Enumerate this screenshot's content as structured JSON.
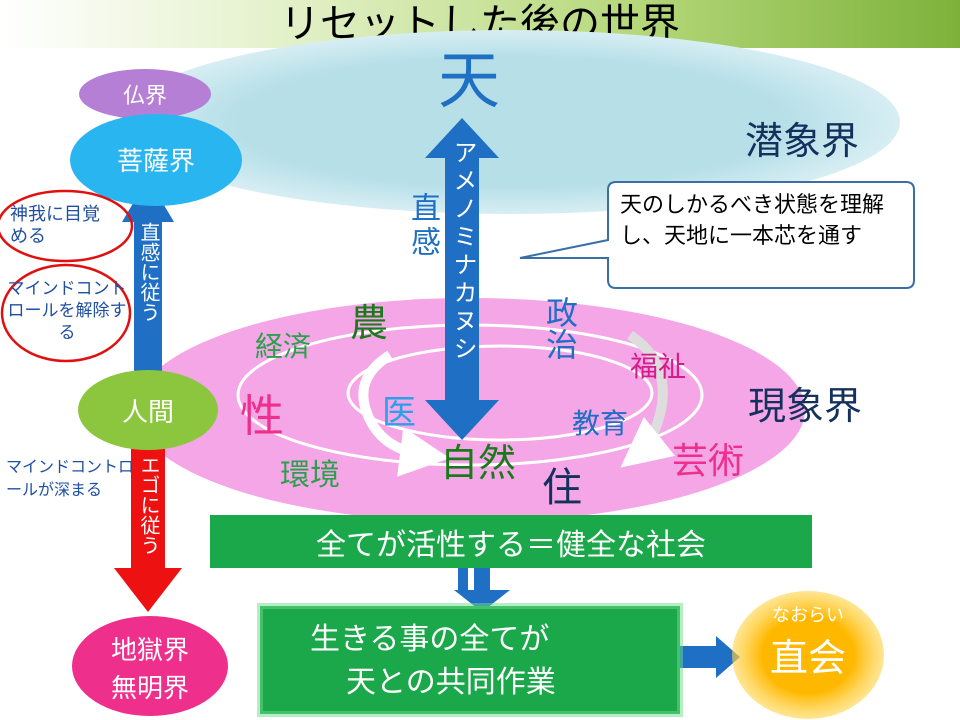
{
  "title": "リセットした後の世界",
  "realms": {
    "butsukai": "仏界",
    "bosatsukai": "菩薩界",
    "ningen": "人間",
    "jigokukai_1": "地獄界",
    "jigokukai_2": "無明界",
    "senshoukai": "潜象界",
    "genshoukai": "現象界"
  },
  "heaven": "天",
  "central_arrow": "アメノミナカヌシ",
  "chokkan": "直感",
  "left_arrow_up": "直感に従う",
  "left_arrow_down": "エゴに従う",
  "notes": {
    "shinga": "神我に目覚める",
    "mind_release": "マインドコントロールを解除する",
    "mind_deep": "マインドコントロールが深まる"
  },
  "callout": "天のしかるべき状態を理解し、天地に一本芯を通す",
  "fields": {
    "nou": "農",
    "keizai": "経済",
    "sei_gender": "性",
    "i": "医",
    "kankyou": "環境",
    "shizen": "自然",
    "juu": "住",
    "seiji": "政治",
    "fukushi": "福祉",
    "kyouiku": "教育",
    "geijutsu": "芸術"
  },
  "box1": "全てが活性する＝健全な社会",
  "box2_line1": "生きる事の全てが",
  "box2_line2": "天との共同作業",
  "naorai_ruby": "なおらい",
  "naorai": "直会",
  "colors": {
    "blue_arrow": "#1f6fc5",
    "red_arrow": "#ee1111",
    "pink_ellipse": "#f4a6e6",
    "light_blue_ellipse": "#b6dfe8",
    "green_box": "#1aa84a",
    "orange_circle": "#f5b800",
    "purple_ellipse": "#b57fd6",
    "cyan_circle": "#29b5f0",
    "lime_circle": "#8cc63f",
    "magenta_circle": "#ee2f8c"
  }
}
